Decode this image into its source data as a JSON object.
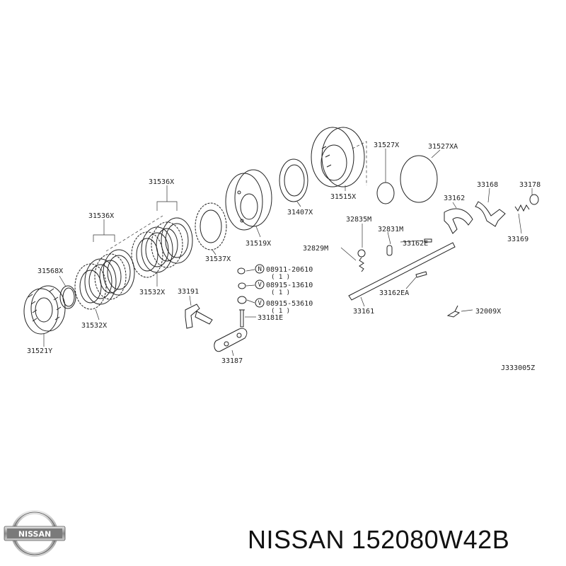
{
  "parts": {
    "p31536x_top": "31536X",
    "p31536x_left": "31536X",
    "p31568x": "31568X",
    "p31521y": "31521Y",
    "p31532x_bottom": "31532X",
    "p31532x_mid": "31532X",
    "p31537x": "31537X",
    "p31519x": "31519X",
    "p31407x": "31407X",
    "p31515x": "31515X",
    "p31527x": "31527X",
    "p31527xa": "31527XA",
    "p33168": "33168",
    "p33178": "33178",
    "p33162": "33162",
    "p33169": "33169",
    "p32835m": "32835M",
    "p32831m": "32831M",
    "p32829m": "32829M",
    "p33162e": "33162E",
    "p33162ea": "33162EA",
    "p33161": "33161",
    "p32009x": "32009X",
    "p33191": "33191",
    "p33181e": "33181E",
    "p33187": "33187"
  },
  "fasteners": [
    {
      "prefix": "N",
      "code": "08911-20610",
      "qty": "( 1 )"
    },
    {
      "prefix": "V",
      "code": "08915-13610",
      "qty": "( 1 )"
    },
    {
      "prefix": "V",
      "code": "08915-53610",
      "qty": "( 1 )"
    }
  ],
  "diagram_code": "J333005Z",
  "logo": {
    "icon": "nissan-logo",
    "text": "NISSAN"
  },
  "footer": {
    "brand": "NISSAN",
    "part_number": "152080W42B"
  }
}
